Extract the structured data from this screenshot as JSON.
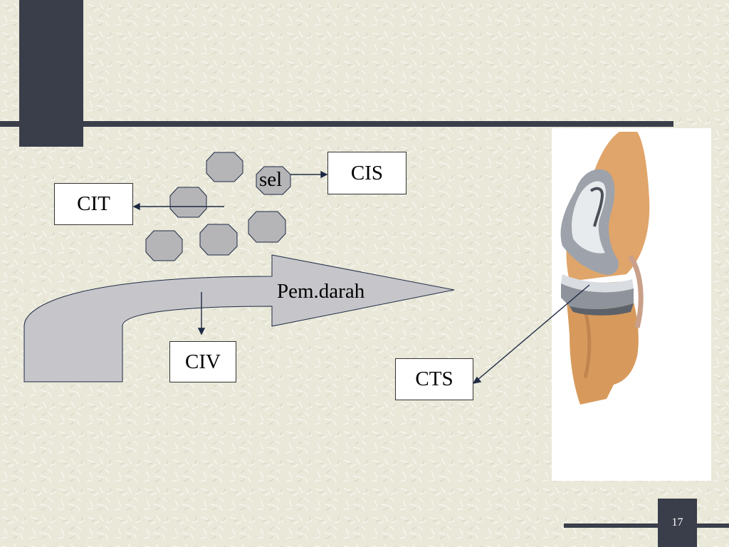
{
  "labels": {
    "cis": "CIS",
    "cit": "CIT",
    "civ": "CIV",
    "cts": "CTS",
    "sel": "sel",
    "flow": "Pem.darah"
  },
  "slide": {
    "page_number": "17"
  },
  "colors": {
    "background": "#e9e8d9",
    "dark_bar": "#3a3d4a",
    "cell_fill": "#b5b5b8",
    "arrow_fill": "#c6c6ca",
    "line": "#1f2a44"
  },
  "icons": {
    "implant": "knee-implant-image"
  }
}
